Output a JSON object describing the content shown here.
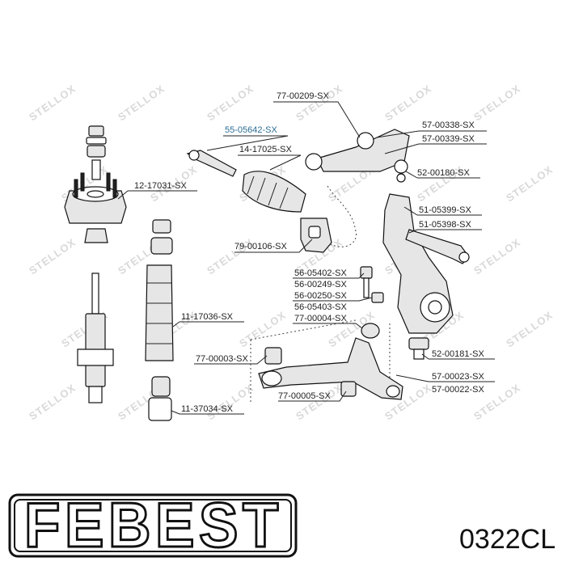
{
  "brand": {
    "name": "FEBEST",
    "part_code": "0322CL"
  },
  "watermark": {
    "text": "STELLOX"
  },
  "labels": [
    {
      "id": "l1",
      "text": "77-00209-SX"
    },
    {
      "id": "l2",
      "text": "55-05642-SX"
    },
    {
      "id": "l3",
      "text": "14-17025-SX"
    },
    {
      "id": "l4",
      "text": "57-00338-SX"
    },
    {
      "id": "l5",
      "text": "57-00339-SX"
    },
    {
      "id": "l6",
      "text": "52-00180-SX"
    },
    {
      "id": "l7",
      "text": "12-17031-SX"
    },
    {
      "id": "l8",
      "text": "51-05399-SX"
    },
    {
      "id": "l9",
      "text": "51-05398-SX"
    },
    {
      "id": "l10",
      "text": "79-00106-SX"
    },
    {
      "id": "l11",
      "text": "56-05402-SX"
    },
    {
      "id": "l12",
      "text": "56-00249-SX"
    },
    {
      "id": "l13",
      "text": "56-00250-SX"
    },
    {
      "id": "l14",
      "text": "56-05403-SX"
    },
    {
      "id": "l15",
      "text": "77-00004-SX"
    },
    {
      "id": "l16",
      "text": "11-17036-SX"
    },
    {
      "id": "l17",
      "text": "52-00181-SX"
    },
    {
      "id": "l18",
      "text": "77-00003-SX"
    },
    {
      "id": "l19",
      "text": "57-00023-SX"
    },
    {
      "id": "l20",
      "text": "57-00022-SX"
    },
    {
      "id": "l21",
      "text": "77-00005-SX"
    },
    {
      "id": "l22",
      "text": "11-37034-SX"
    }
  ],
  "highlight_label": "55-05642-SX",
  "colors": {
    "highlight": "#2c6e95",
    "ink": "#222222",
    "watermark": "#d9d9d9"
  }
}
